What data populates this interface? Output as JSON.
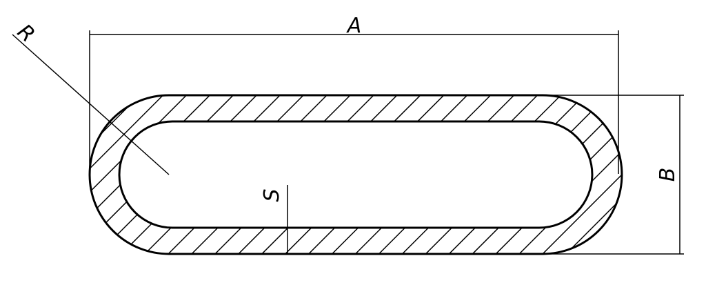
{
  "diagram": {
    "labels": {
      "length": "A",
      "height": "B",
      "radius": "R",
      "wall_thickness": "S"
    },
    "colors": {
      "stroke": "#000000",
      "background": "#ffffff"
    }
  }
}
